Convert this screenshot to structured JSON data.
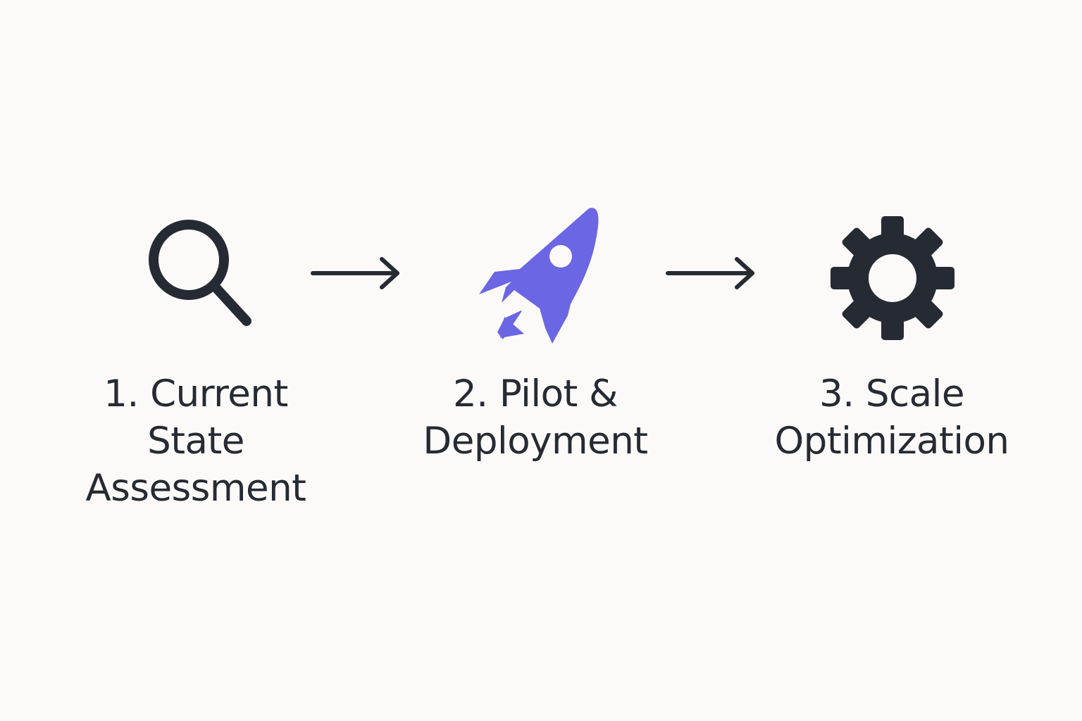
{
  "colors": {
    "background": "#fbfaf8",
    "ink": "#262a33",
    "accent": "#6b66e3"
  },
  "steps": [
    {
      "icon": "magnifier-icon",
      "label_lines": [
        "1.  Current",
        "State",
        "Assessment"
      ]
    },
    {
      "icon": "rocket-icon",
      "label_lines": [
        "2. Pilot &",
        "Deployment"
      ]
    },
    {
      "icon": "gear-icon",
      "label_lines": [
        "3. Scale",
        "Optimization"
      ]
    }
  ],
  "connectors": [
    "arrow-right-icon",
    "arrow-right-icon"
  ]
}
